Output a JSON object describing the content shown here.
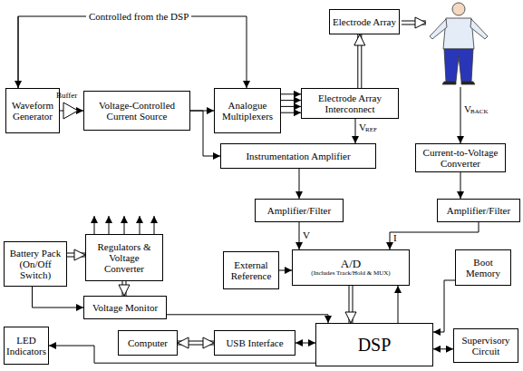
{
  "diagram": {
    "nodes": [
      {
        "text": [
          "Waveform Generator"
        ]
      },
      {
        "text": [
          "Voltage-Controlled Current Source"
        ]
      },
      {
        "text": [
          "Analogue Multiplexers"
        ]
      },
      {
        "text": [
          "Electrode Array Interconnect"
        ]
      },
      {
        "text": [
          "Electrode Array"
        ]
      },
      {
        "text": [
          "Instrumentation Amplifier"
        ]
      },
      {
        "text": [
          "Current-to-Voltage Converter"
        ]
      },
      {
        "text": [
          "Battery Pack (On/Off Switch)"
        ]
      },
      {
        "text": [
          "Regulators & Voltage Converter"
        ]
      },
      {
        "text": [
          "Voltage Monitor"
        ]
      },
      {
        "text": [
          "Amplifier/Filter"
        ]
      },
      {
        "text": [
          "Amplifier/Filter"
        ]
      },
      {
        "text": [
          "External Reference"
        ]
      },
      {
        "text": [
          "A/D",
          "(Includes Track/Hold & MUX)"
        ]
      },
      {
        "text": [
          "Boot Memory"
        ]
      },
      {
        "text": [
          "LED Indicators"
        ]
      },
      {
        "text": [
          "Computer"
        ]
      },
      {
        "text": [
          "USB Interface"
        ]
      },
      {
        "text": [
          "DSP"
        ]
      },
      {
        "text": [
          "Supervisory Circuit"
        ]
      }
    ],
    "edges": [
      {
        "from": 0,
        "to": 1,
        "arrow": "to"
      },
      {
        "from": 1,
        "to": 2,
        "arrow": "to"
      },
      {
        "from": 2,
        "to": 3,
        "arrow": "to"
      },
      {
        "from": 3,
        "to": 4,
        "arrow": "to"
      },
      {
        "from": 3,
        "to": 5,
        "arrow": "to"
      },
      {
        "from": 1,
        "to": 5,
        "arrow": "to"
      },
      {
        "from": 5,
        "to": 10,
        "arrow": "to"
      },
      {
        "from": 6,
        "to": 11,
        "arrow": "to"
      },
      {
        "from": 10,
        "to": 13,
        "arrow": "to"
      },
      {
        "from": 11,
        "to": 13,
        "arrow": "to"
      },
      {
        "from": 12,
        "to": 13,
        "arrow": "to"
      },
      {
        "from": 13,
        "to": 18,
        "arrow": "to"
      },
      {
        "from": 18,
        "to": 13,
        "arrow": "to"
      },
      {
        "from": 7,
        "to": 8,
        "arrow": "to"
      },
      {
        "from": 8,
        "to": 9,
        "arrow": "to"
      },
      {
        "from": 7,
        "to": 9,
        "arrow": "to"
      },
      {
        "from": 9,
        "to": 18,
        "arrow": "to"
      },
      {
        "from": 14,
        "to": 18,
        "arrow": "to"
      },
      {
        "from": 19,
        "to": 18,
        "arrow": "both"
      },
      {
        "from": 16,
        "to": 17,
        "arrow": "both"
      },
      {
        "from": 17,
        "to": 18,
        "arrow": "both"
      },
      {
        "from": 18,
        "to": 15,
        "arrow": "to"
      }
    ],
    "labels": [
      "Controlled from the DSP",
      "Buffer",
      "V",
      "REF",
      "V",
      "BACK",
      "V",
      "I"
    ]
  }
}
